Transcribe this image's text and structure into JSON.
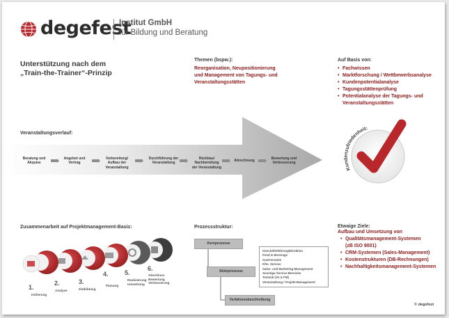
{
  "logo": {
    "wordmark": "degefest",
    "line1": "Institut GmbH",
    "line2": "für Bildung und Beratung"
  },
  "title": {
    "line1": "Unterstützung nach dem",
    "line2": "„Train-the-Trainer“-Prinzip"
  },
  "themen": {
    "heading": "Themen (bspw.):",
    "lines": [
      "Reorganisation, Neupositionierung",
      "und Management von Tagungs- und",
      "Veranstaltungsstätten"
    ]
  },
  "basis": {
    "heading": "Auf Basis von:",
    "items": [
      "Fachwissen",
      "Marktforschung / Wettbewerbsanalyse",
      "Kundenpotentialanalyse",
      "Tagungsstättenprüfung",
      "Potentialanalyse der Tagungs- und\nVeranstaltungsstätten"
    ]
  },
  "verlauf": {
    "heading": "Veranstaltungsverlauf:",
    "steps": [
      "Beratung und\nAkquise",
      "Angebot und\nVertrag",
      "Vorbereitung/\nAufbau der\nVeranstaltung",
      "Durchführung der\nVeranstaltung",
      "Rückbau/\nNachbereitung\nder Veranstaltung",
      "Abrechnung",
      "Bewertung und\nVerbesserung"
    ]
  },
  "kunden": {
    "label": "Kundenzufriedenheit:"
  },
  "projekt": {
    "heading": "Zusammenarbeit auf Projektmanagement-Basis:",
    "phases": [
      {
        "num": "1.",
        "label": "Initiierung"
      },
      {
        "num": "2.",
        "label": "Analyse"
      },
      {
        "num": "3.",
        "label": "Zielbildung"
      },
      {
        "num": "4.",
        "label": "Planung"
      },
      {
        "num": "5.",
        "label": "Realisierung\nUmsetzung"
      },
      {
        "num": "6.",
        "label": "Abschluss\nBewertung\nVerbesserung"
      }
    ]
  },
  "prozess": {
    "heading": "Prozessstruktur:",
    "boxes": [
      "Kernprozesse",
      "Stützprozesse",
      "Verfahrensbeschreibung"
    ],
    "list": [
      "Geschäftsführung/Direktion",
      "Food & Beverage",
      "Gastronomie",
      "Kfm. Service",
      "Sales- und Marketing-Management",
      "Sonstige Service-Bereiche",
      "Technik (VA & FM)",
      "Veranstaltung / Projekt-Management"
    ]
  },
  "ziele": {
    "heading": "Etwaige Ziele:",
    "sub": "Aufbau und Umsetzung von",
    "items": [
      "Qualitätsmanagement-Systemen\n(zB ISO 9001)",
      "CRM-Systemen (Sales-Management)",
      "Kostenstrukturen (DB-Rechnungen)",
      "Nachhaltigkeitsmanagement-Systemen"
    ]
  },
  "copyright": "© degefest",
  "colors": {
    "accent": "#8e1b1b",
    "arrow_dark": "#b3b3b3",
    "check": "#b7272c"
  }
}
